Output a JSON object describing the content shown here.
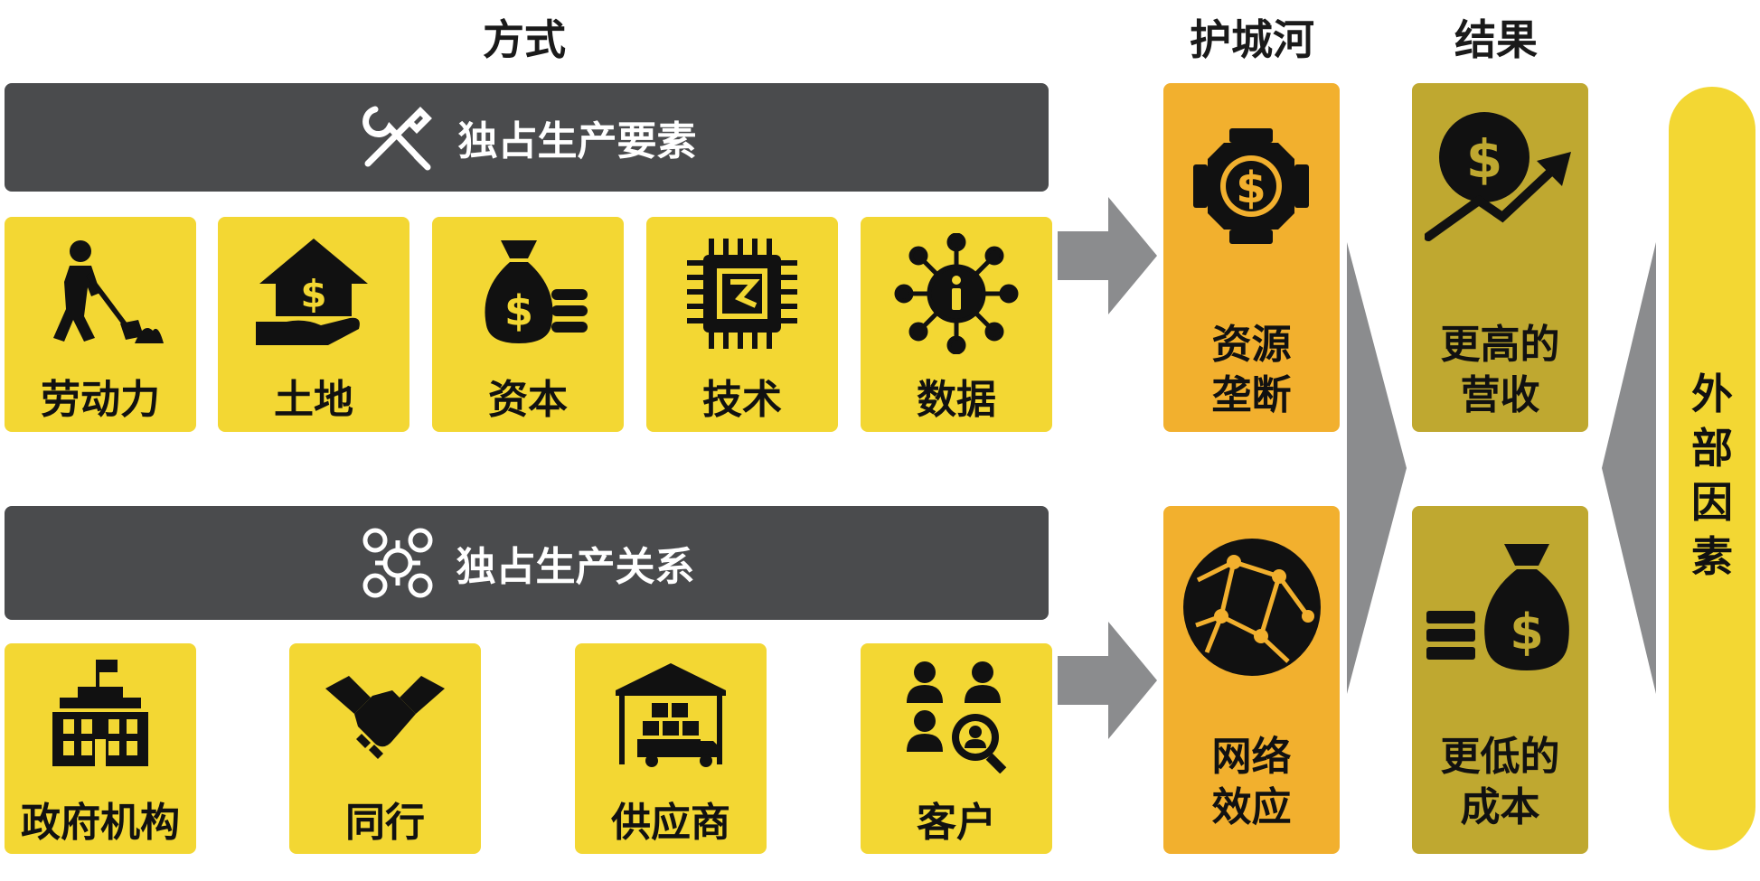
{
  "headers": {
    "method": "方式",
    "moat": "护城河",
    "result": "结果"
  },
  "bars": [
    {
      "label": "独占生产要素",
      "icon": "tools-icon"
    },
    {
      "label": "独占生产关系",
      "icon": "relations-icon"
    }
  ],
  "factors": [
    {
      "label": "劳动力",
      "icon": "worker-shovel-icon"
    },
    {
      "label": "土地",
      "icon": "hand-house-dollar-icon"
    },
    {
      "label": "资本",
      "icon": "money-bag-coins-icon"
    },
    {
      "label": "技术",
      "icon": "chip-icon"
    },
    {
      "label": "数据",
      "icon": "info-network-icon"
    }
  ],
  "relations": [
    {
      "label": "政府机构",
      "icon": "government-building-icon"
    },
    {
      "label": "同行",
      "icon": "handshake-icon"
    },
    {
      "label": "供应商",
      "icon": "warehouse-truck-icon"
    },
    {
      "label": "客户",
      "icon": "customers-search-icon"
    }
  ],
  "moats": [
    {
      "line1": "资源",
      "line2": "垄断",
      "icon": "dollar-chip-icon"
    },
    {
      "line1": "网络",
      "line2": "效应",
      "icon": "network-globe-icon"
    }
  ],
  "results": [
    {
      "line1": "更高的",
      "line2": "营收",
      "icon": "dollar-growth-icon"
    },
    {
      "line1": "更低的",
      "line2": "成本",
      "icon": "money-bag-savings-icon"
    }
  ],
  "external": {
    "chars": [
      "外",
      "部",
      "因",
      "素"
    ]
  },
  "colors": {
    "bar": "#4a4b4d",
    "tile": "#f3d733",
    "moat": "#f2b02e",
    "result": "#bfa830",
    "arrow": "#8b8c8e",
    "icon": "#111111"
  }
}
